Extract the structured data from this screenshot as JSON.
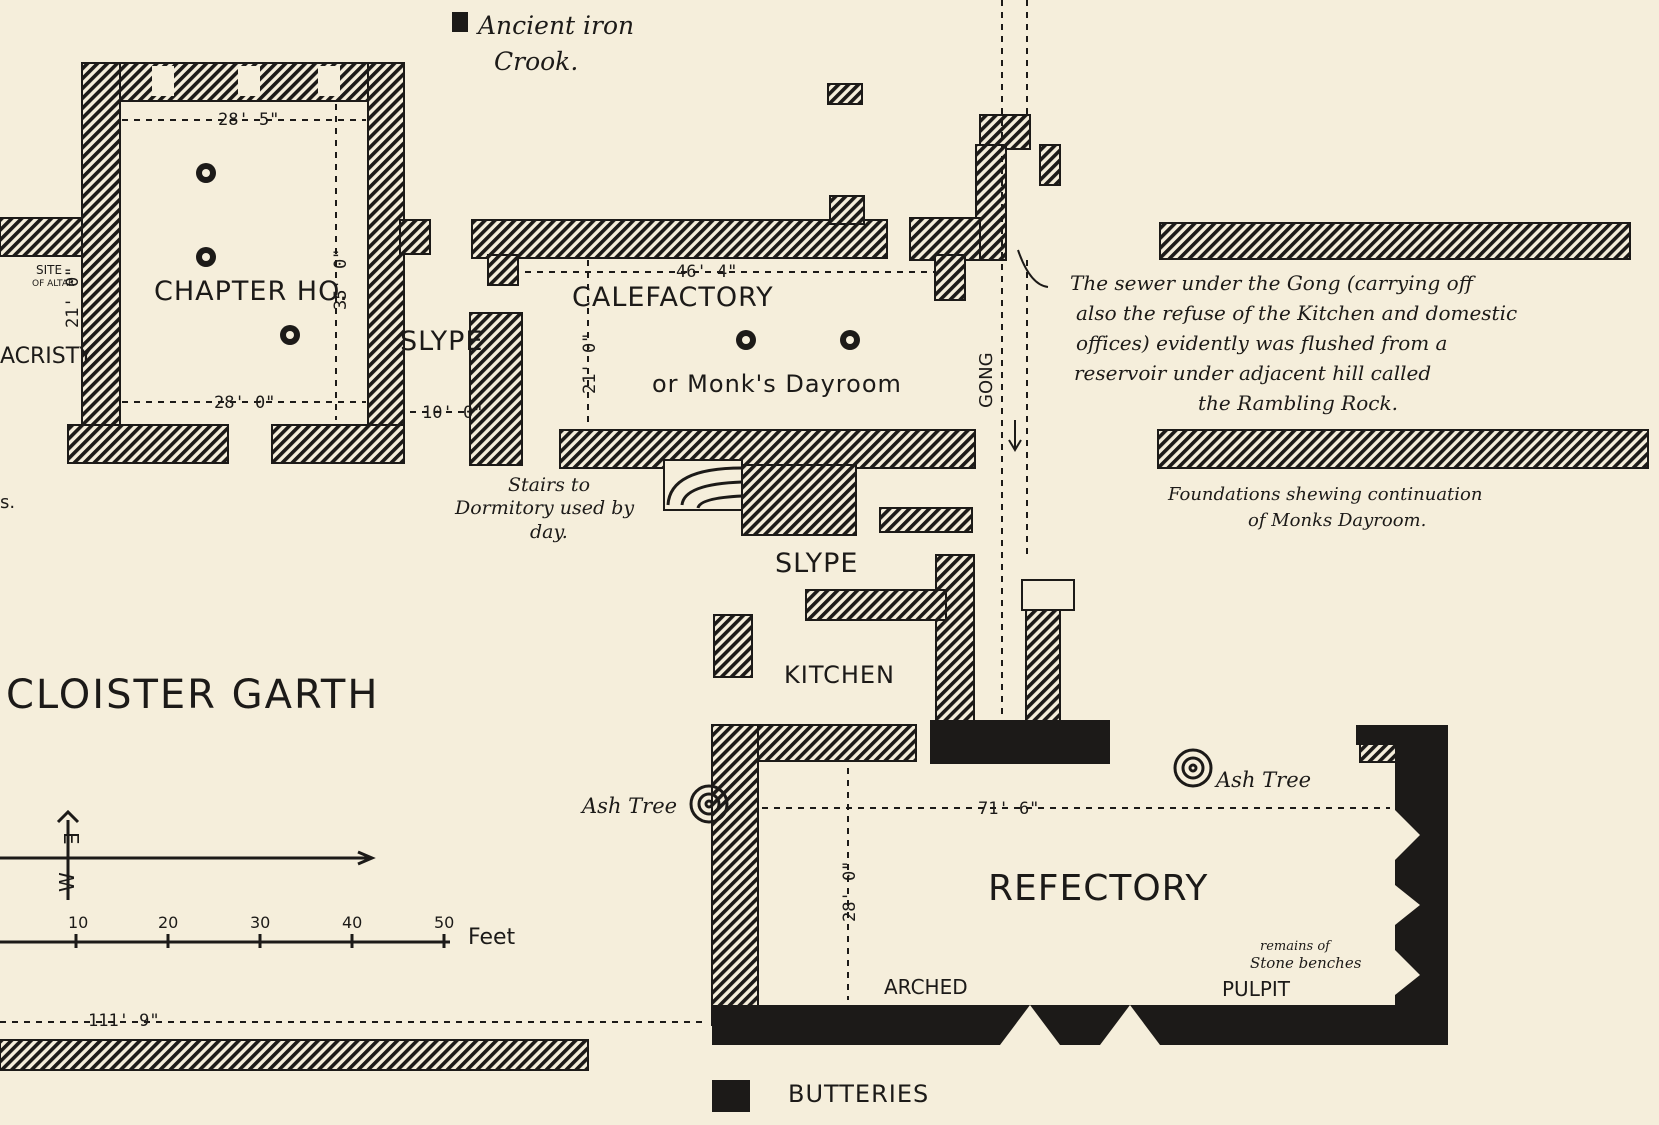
{
  "labels": {
    "ancient_iron_crook": [
      "Ancient iron",
      "Crook."
    ],
    "chapter_house": "CHAPTER HO.",
    "sacristy": "ACRISTY",
    "site_of_altar": [
      "SITE",
      "OF ALTAR"
    ],
    "slype_upper": "SLYPE",
    "calefactory": "CALEFACTORY",
    "monks_dayroom": "or Monk's Dayroom",
    "stairs": [
      "Stairs to",
      "Dormitory used by",
      "day."
    ],
    "slype_lower": "SLYPE",
    "kitchen": "KITCHEN",
    "cloister_garth": "CLOISTER GARTH",
    "gong": "GONG",
    "refectory": "REFECTORY",
    "arched": "ARCHED",
    "pulpit": "PULPIT",
    "ash_tree_left": "Ash Tree",
    "ash_tree_right": "Ash Tree",
    "stone_benches": [
      "remains of",
      "Stone benches"
    ],
    "butteries": "BUTTERIES",
    "edge_fragment": "s."
  },
  "dimensions": {
    "chapter_top": "28' 5\"",
    "chapter_bottom": "28' 0\"",
    "chapter_side": "35' 0\"",
    "sacristy_side": "21' 0\"",
    "slype_width": "10' 0\"",
    "calefactory_width": "46' 4\"",
    "calefactory_depth": "21' 0\"",
    "refectory_width": "71' 6\"",
    "refectory_depth": "28' 0\"",
    "cloister_length": "111' 9\""
  },
  "notes": {
    "sewer": [
      "The sewer under the Gong (carrying off",
      "also the refuse of the Kitchen and domestic",
      "offices) evidently was flushed from a",
      "reservoir under adjacent hill called",
      "the Rambling Rock."
    ],
    "foundations": [
      "Foundations shewing continuation",
      "of Monks Dayroom."
    ]
  },
  "compass": {
    "west": "W",
    "east": "E"
  },
  "scale_bar": {
    "ticks": [
      "10",
      "20",
      "30",
      "40",
      "50"
    ],
    "unit": "Feet"
  }
}
